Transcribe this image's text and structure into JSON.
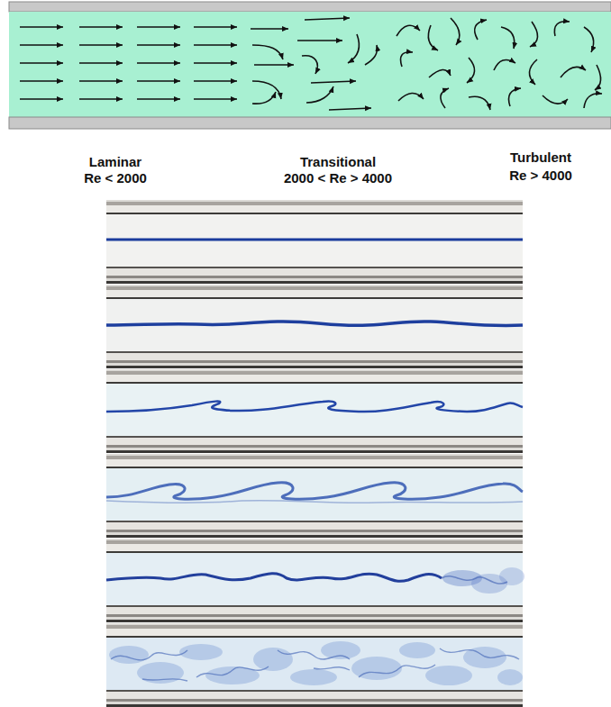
{
  "diagram": {
    "labels": [
      "Laminar",
      "Re < 2000",
      "Transitional",
      "2000 < Re > 4000",
      "Turbulent",
      "Re > 4000"
    ]
  }
}
